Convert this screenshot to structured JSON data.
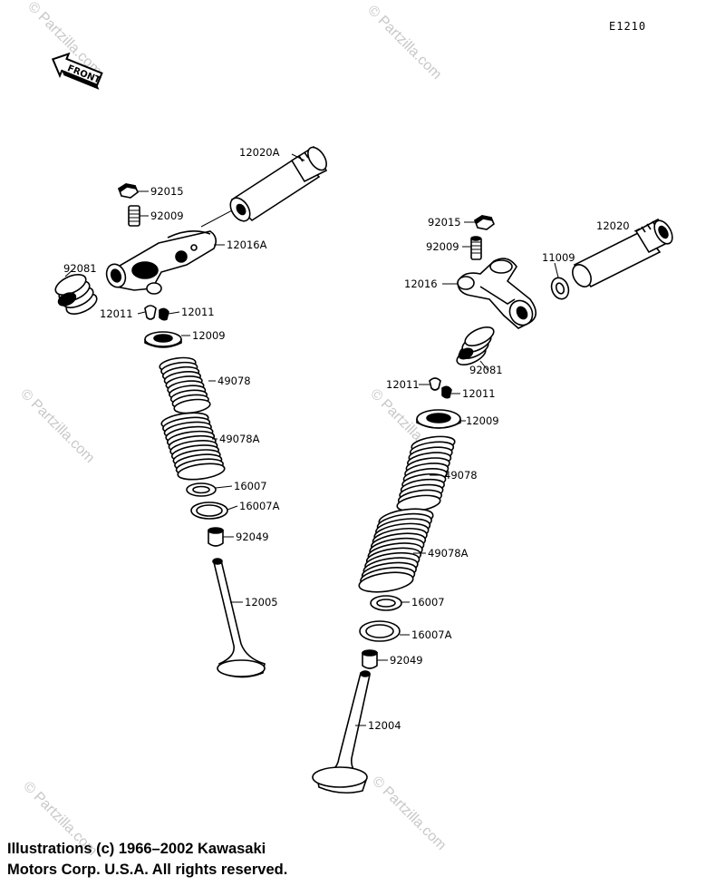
{
  "diagram_code": "E1210",
  "front_label": "FRONT",
  "watermark": "© Partzilla.com",
  "copyright_line1": "Illustrations (c) 1966–2002 Kawasaki",
  "copyright_line2": "Motors Corp. U.S.A.  All rights reserved.",
  "left_assembly": {
    "shaft": "12020A",
    "nut": "92015",
    "adjuster_screw": "92009",
    "rocker_arm": "12016A",
    "spring_small": "92081",
    "cotter_a": "12011",
    "cotter_b": "12011",
    "retainer": "12009",
    "spring_inner": "49078",
    "spring_outer": "49078A",
    "seat_a": "16007",
    "seat_b": "16007A",
    "seal": "92049",
    "valve": "12005"
  },
  "right_assembly": {
    "nut": "92015",
    "adjuster_screw": "92009",
    "shaft": "12020",
    "washer": "11009",
    "rocker_arm": "12016",
    "spring_small": "92081",
    "cotter_a": "12011",
    "cotter_b": "12011",
    "retainer": "12009",
    "spring_inner": "49078",
    "spring_outer": "49078A",
    "seat_a": "16007",
    "seat_b": "16007A",
    "seal": "92049",
    "valve": "12004"
  }
}
